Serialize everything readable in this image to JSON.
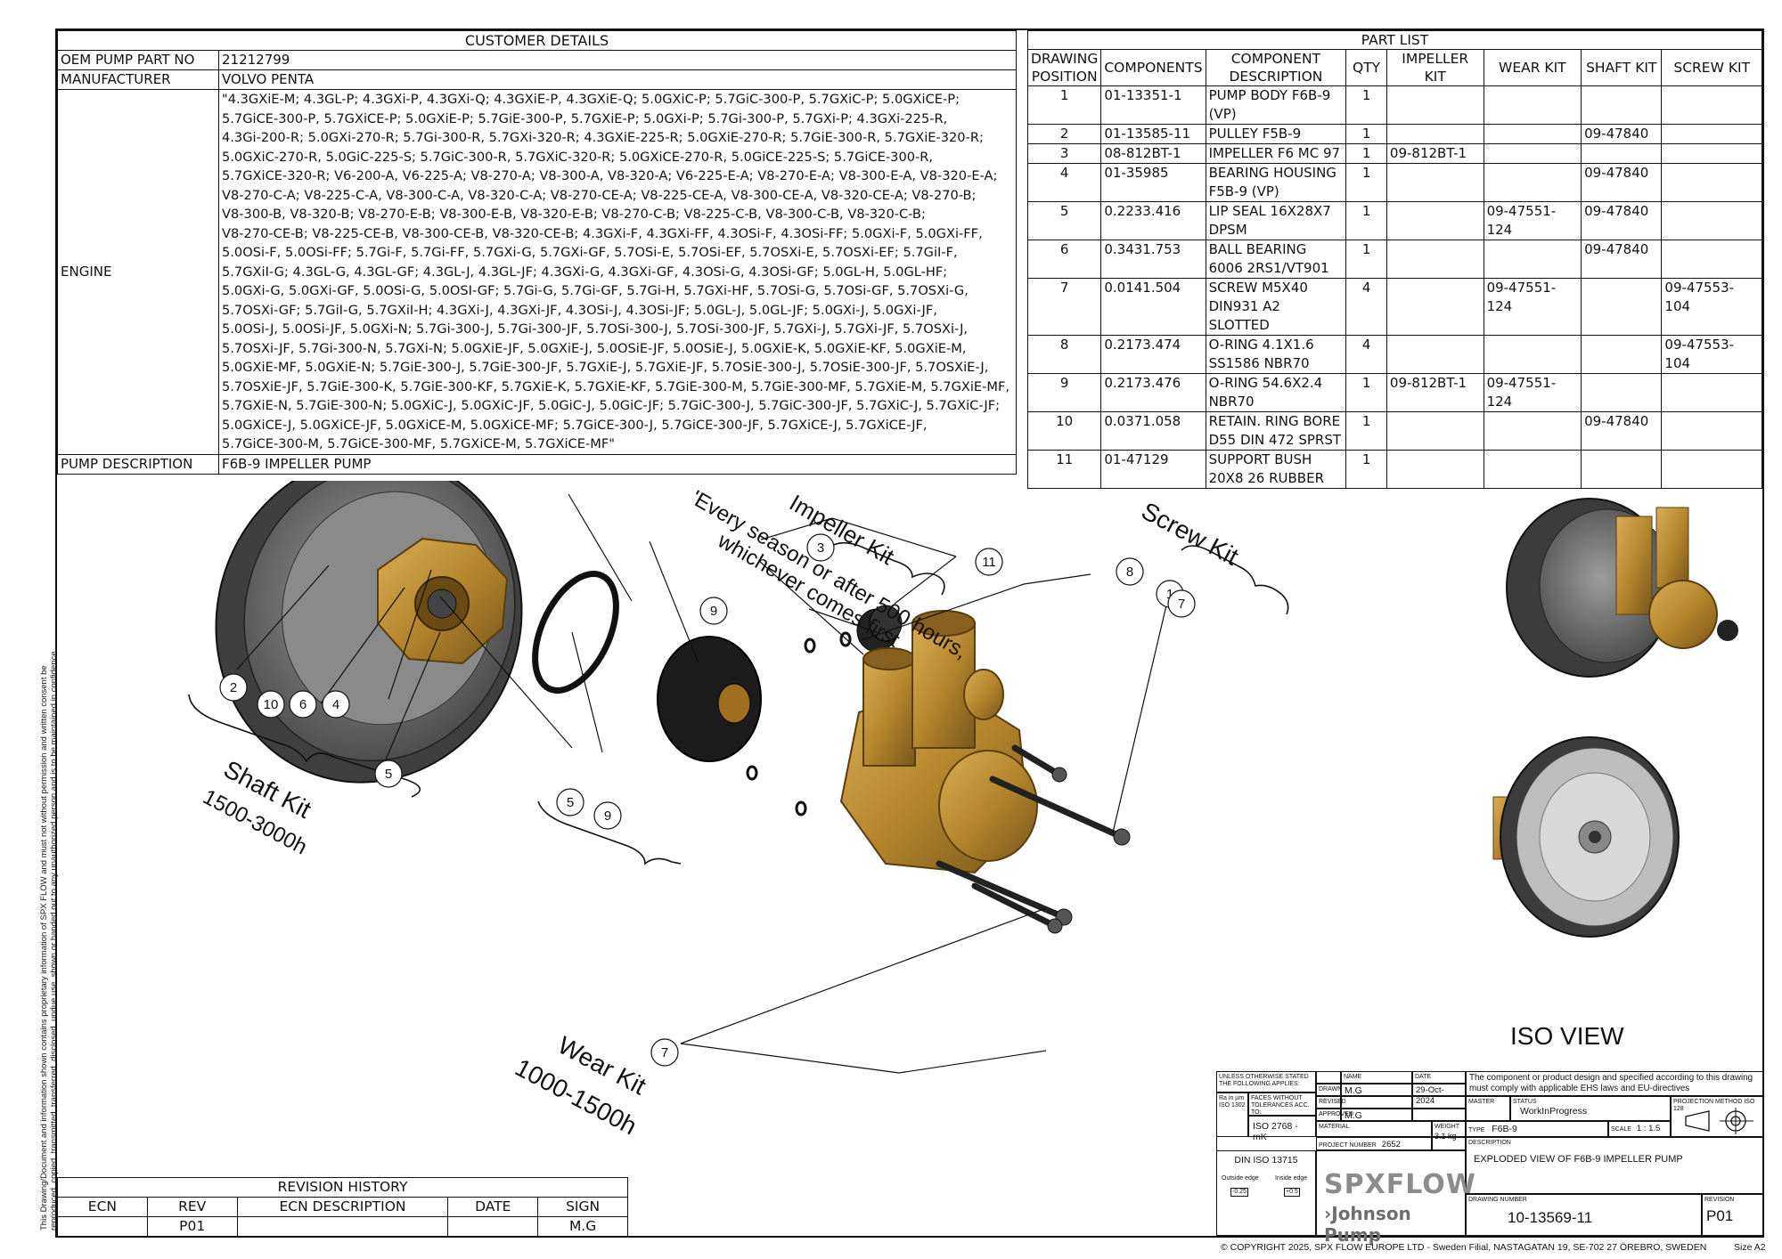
{
  "customer_details": {
    "title": "CUSTOMER DETAILS",
    "rows": [
      {
        "label": "OEM PUMP PART NO",
        "value": "21212799"
      },
      {
        "label": "MANUFACTURER",
        "value": "VOLVO PENTA"
      }
    ],
    "engine_label": "ENGINE",
    "engine_lines": [
      "\"4.3GXiE-M; 4.3GL-P; 4.3GXi-P, 4.3GXi-Q; 4.3GXiE-P, 4.3GXiE-Q; 5.0GXiC-P; 5.7GiC-300-P, 5.7GXiC-P; 5.0GXiCE-P;",
      "5.7GiCE-300-P, 5.7GXiCE-P; 5.0GXiE-P; 5.7GiE-300-P, 5.7GXiE-P; 5.0GXi-P; 5.7Gi-300-P, 5.7GXi-P; 4.3GXi-225-R,",
      "4.3Gi-200-R; 5.0GXi-270-R; 5.7Gi-300-R, 5.7GXi-320-R; 4.3GXiE-225-R; 5.0GXiE-270-R; 5.7GiE-300-R, 5.7GXiE-320-R;",
      "5.0GXiC-270-R, 5.0GiC-225-S; 5.7GiC-300-R, 5.7GXiC-320-R; 5.0GXiCE-270-R, 5.0GiCE-225-S; 5.7GiCE-300-R,",
      "5.7GXiCE-320-R; V6-200-A, V6-225-A; V8-270-A; V8-300-A, V8-320-A; V6-225-E-A; V8-270-E-A; V8-300-E-A, V8-320-E-A;",
      "V8-270-C-A; V8-225-C-A, V8-300-C-A, V8-320-C-A; V8-270-CE-A; V8-225-CE-A, V8-300-CE-A, V8-320-CE-A; V8-270-B;",
      "V8-300-B, V8-320-B; V8-270-E-B; V8-300-E-B, V8-320-E-B; V8-270-C-B; V8-225-C-B, V8-300-C-B, V8-320-C-B;",
      "V8-270-CE-B; V8-225-CE-B, V8-300-CE-B, V8-320-CE-B; 4.3GXi-F, 4.3GXi-FF, 4.3OSi-F, 4.3OSi-FF; 5.0GXi-F, 5.0GXi-FF,",
      "5.0OSi-F, 5.0OSi-FF; 5.7Gi-F, 5.7Gi-FF, 5.7GXi-G, 5.7GXi-GF, 5.7OSi-E, 5.7OSi-EF, 5.7OSXi-E, 5.7OSXi-EF; 5.7GiI-F,",
      "5.7GXiI-G; 4.3GL-G, 4.3GL-GF; 4.3GL-J, 4.3GL-JF; 4.3GXi-G, 4.3GXi-GF, 4.3OSi-G, 4.3OSi-GF; 5.0GL-H, 5.0GL-HF;",
      "5.0GXi-G, 5.0GXi-GF, 5.0OSi-G, 5.0OSI-GF; 5.7Gi-G, 5.7Gi-GF, 5.7Gi-H, 5.7GXi-HF, 5.7OSi-G, 5.7OSi-GF, 5.7OSXi-G,",
      "5.7OSXi-GF; 5.7GiI-G, 5.7GXiI-H; 4.3GXi-J, 4.3GXi-JF, 4.3OSi-J, 4.3OSi-JF; 5.0GL-J, 5.0GL-JF; 5.0GXi-J, 5.0GXi-JF,",
      "5.0OSi-J, 5.0OSi-JF, 5.0GXi-N; 5.7Gi-300-J, 5.7Gi-300-JF, 5.7OSi-300-J, 5.7OSi-300-JF, 5.7GXi-J, 5.7GXi-JF, 5.7OSXi-J,",
      "5.7OSXi-JF, 5.7Gi-300-N, 5.7GXi-N; 5.0GXiE-JF, 5.0GXiE-J, 5.0OSiE-JF, 5.0OSiE-J, 5.0GXiE-K, 5.0GXiE-KF, 5.0GXiE-M,",
      "5.0GXiE-MF, 5.0GXiE-N; 5.7GiE-300-J, 5.7GiE-300-JF, 5.7GXiE-J, 5.7GXiE-JF, 5.7OSiE-300-J, 5.7OSiE-300-JF, 5.7OSXiE-J,",
      "5.7OSXiE-JF, 5.7GiE-300-K, 5.7GiE-300-KF, 5.7GXiE-K, 5.7GXiE-KF, 5.7GiE-300-M, 5.7GiE-300-MF, 5.7GXiE-M, 5.7GXiE-MF,",
      "5.7GXiE-N, 5.7GiE-300-N; 5.0GXiC-J, 5.0GXiC-JF, 5.0GiC-J, 5.0GiC-JF; 5.7GiC-300-J, 5.7GiC-300-JF, 5.7GXiC-J, 5.7GXiC-JF;",
      "5.0GXiCE-J, 5.0GXiCE-JF, 5.0GXiCE-M, 5.0GXiCE-MF; 5.7GiCE-300-J, 5.7GiCE-300-JF, 5.7GXiCE-J, 5.7GXiCE-JF,",
      "5.7GiCE-300-M, 5.7GiCE-300-MF, 5.7GXiCE-M, 5.7GXiCE-MF\""
    ],
    "pump_label": "PUMP DESCRIPTION",
    "pump_value": "F6B-9 IMPELLER PUMP"
  },
  "part_list": {
    "title": "PART LIST",
    "headers": [
      "DRAWING POSITION",
      "COMPONENTS",
      "COMPONENT DESCRIPTION",
      "QTY",
      "IMPELLER KIT",
      "WEAR KIT",
      "SHAFT KIT",
      "SCREW KIT"
    ],
    "rows": [
      [
        "1",
        "01-13351-1",
        "PUMP BODY F6B-9 (VP)",
        "1",
        "",
        "",
        "",
        ""
      ],
      [
        "2",
        "01-13585-11",
        "PULLEY F5B-9",
        "1",
        "",
        "",
        "09-47840",
        ""
      ],
      [
        "3",
        "08-812BT-1",
        "IMPELLER F6 MC 97",
        "1",
        "09-812BT-1",
        "",
        "",
        ""
      ],
      [
        "4",
        "01-35985",
        "BEARING HOUSING F5B-9 (VP)",
        "1",
        "",
        "",
        "09-47840",
        ""
      ],
      [
        "5",
        "0.2233.416",
        "LIP SEAL 16X28X7 DPSM",
        "1",
        "",
        "09-47551-124",
        "09-47840",
        ""
      ],
      [
        "6",
        "0.3431.753",
        "BALL BEARING 6006 2RS1/VT901",
        "1",
        "",
        "",
        "09-47840",
        ""
      ],
      [
        "7",
        "0.0141.504",
        "SCREW M5X40 DIN931 A2 SLOTTED",
        "4",
        "",
        "09-47551-124",
        "",
        "09-47553-104"
      ],
      [
        "8",
        "0.2173.474",
        "O-RING 4.1X1.6 SS1586 NBR70",
        "4",
        "",
        "",
        "",
        "09-47553-104"
      ],
      [
        "9",
        "0.2173.476",
        "O-RING 54.6X2.4 NBR70",
        "1",
        "09-812BT-1",
        "09-47551-124",
        "",
        ""
      ],
      [
        "10",
        "0.0371.058",
        "RETAIN. RING BORE D55 DIN 472 SPRST",
        "1",
        "",
        "",
        "09-47840",
        ""
      ],
      [
        "11",
        "01-47129",
        "SUPPORT BUSH 20X8 26 RUBBER",
        "1",
        "",
        "",
        "",
        ""
      ]
    ]
  },
  "drawing": {
    "impeller_kit_label": "Impeller Kit",
    "impeller_kit_note_1": "'Every season or after 500 hours,",
    "impeller_kit_note_2": "whichever comes first",
    "screw_kit_label": "Screw Kit",
    "shaft_kit_label": "Shaft Kit",
    "shaft_kit_hours": "1500-3000h",
    "wear_kit_label": "Wear Kit",
    "wear_kit_hours": "1000-1500h",
    "iso_view_label": "ISO VIEW",
    "balloons": {
      "b1": "1",
      "b2": "2",
      "b3": "3",
      "b4": "4",
      "b5a": "5",
      "b5b": "5",
      "b6": "6",
      "b7a": "7",
      "b7b": "7",
      "b8": "8",
      "b9a": "9",
      "b9b": "9",
      "b10": "10",
      "b11": "11"
    },
    "colors": {
      "brass": "#b5862d",
      "pulley": "#6e6e6e",
      "impeller": "#1c1c1c"
    }
  },
  "revision_history": {
    "title": "REVISION HISTORY",
    "headers": [
      "ECN",
      "REV",
      "ECN DESCRIPTION",
      "DATE",
      "SIGN"
    ],
    "row": [
      "",
      "P01",
      "",
      "",
      "M.G"
    ]
  },
  "confidentiality_note": "This Drawing/Document and information shown contains proprietary information of SPX FLOW and must not without permission and written consent be reproduced, copied, transmitted, transferred, disclosed, undue use, shown or handed out to any unauthorized person and is to be maintained in confidence.",
  "title_block": {
    "unless_stated": "UNLESS OTHERWISE STATED THE FOLLOWING APPLIES:",
    "ra": "Ra in µm ISO 1302",
    "faces": "FACES WITHOUT TOLERANCES ACC. TO:",
    "iso2768": "ISO 2768 - mK",
    "din": "DIN ISO 13715",
    "outside_edge": "Outside edge",
    "inside_edge": "Inside edge",
    "outside_val": "-0.25",
    "inside_val": "+0.5",
    "name_hdr": "NAME",
    "date_hdr": "DATE",
    "drawn_lbl": "DRAWN",
    "drawn_name": "M.G",
    "drawn_date": "29-Oct-2024",
    "revised_lbl": "REVISED",
    "approved_lbl": "APPROVED",
    "approved_name": "M.G",
    "material_lbl": "MATERIAL",
    "weight_lbl": "WEIGHT",
    "weight": "3.1 kg",
    "compliance": "The component or product design and specified according to this drawing must comply with applicable EHS laws and EU-directives",
    "master_lbl": "MASTER",
    "status_lbl": "STATUS",
    "status": "WorkInProgress",
    "projection_lbl": "PROJECTION METHOD ISO 128",
    "type_lbl": "TYPE",
    "type": "F6B-9",
    "scale_lbl": "SCALE",
    "scale": "1 : 1.5",
    "project_lbl": "PROJECT NUMBER",
    "project": "2652",
    "description_lbl": "DESCRIPTION",
    "description": "EXPLODED VIEW OF F6B-9 IMPELLER PUMP",
    "logo_top": "SPXFLOW",
    "logo_bottom": "Johnson Pump",
    "drawing_no_lbl": "DRAWING NUMBER",
    "drawing_no": "10-13569-11",
    "revision_lbl": "REVISION",
    "revision": "P01"
  },
  "copyright": "© COPYRIGHT 2025, SPX FLOW EUROPE LTD - Sweden Filial, NASTAGATAN 19, SE-702 27 ÖREBRO, SWEDEN",
  "size": "Size  A2"
}
